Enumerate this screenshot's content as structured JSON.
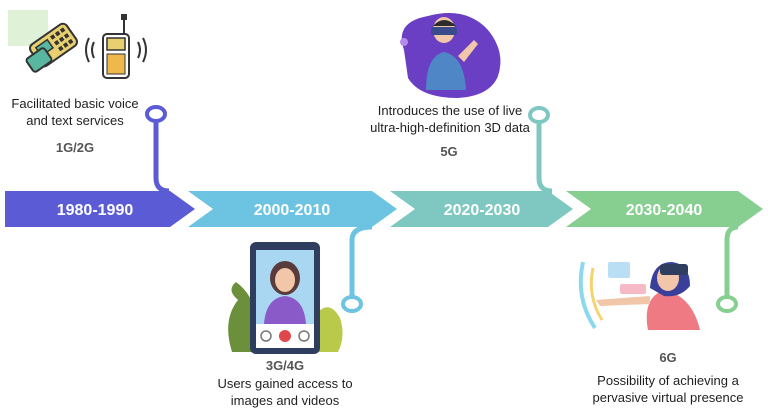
{
  "timeline": {
    "stages": [
      {
        "period": "1980-1990",
        "generation": "1G/2G",
        "description_lines": [
          "Facilitated basic voice",
          "and text services"
        ],
        "color": "#5b5bd6",
        "icon": "old-phones-icon"
      },
      {
        "period": "2000-2010",
        "generation": "3G/4G",
        "description_lines": [
          "Users gained access to",
          "images and videos"
        ],
        "color": "#6cc3e2",
        "icon": "smartphone-video-call-icon"
      },
      {
        "period": "2020-2030",
        "generation": "5G",
        "description_lines": [
          "Introduces the use of live",
          "ultra-high-definition 3D data"
        ],
        "color": "#7ec8c1",
        "icon": "vr-headset-user-icon"
      },
      {
        "period": "2030-2040",
        "generation": "6G",
        "description_lines": [
          "Possibility of achieving a",
          "pervasive virtual presence"
        ],
        "color": "#86cf91",
        "icon": "holographic-presence-icon"
      }
    ]
  }
}
